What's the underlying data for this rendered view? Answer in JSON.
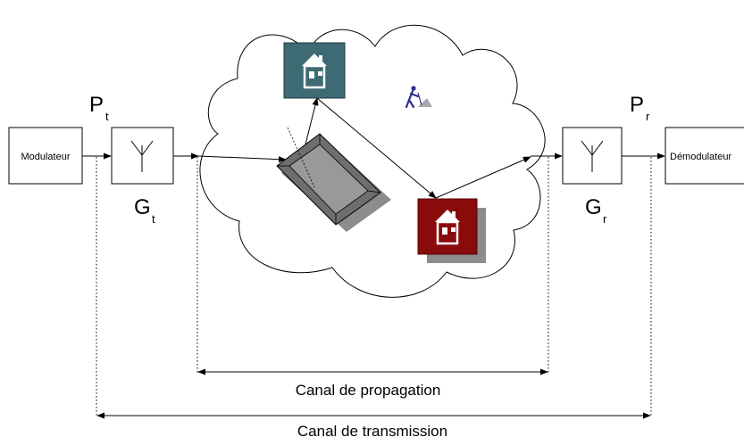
{
  "blocks": {
    "modulator": "Modulateur",
    "demodulator": "Démodulateur"
  },
  "labels": {
    "pt_main": "P",
    "pt_sub": "t",
    "pr_main": "P",
    "pr_sub": "r",
    "gt_main": "G",
    "gt_sub": "t",
    "gr_main": "G",
    "gr_sub": "r"
  },
  "ranges": {
    "propagation": "Canal de propagation",
    "transmission": "Canal de transmission"
  },
  "icons": [
    "antenna-icon",
    "building-icon",
    "building-icon",
    "reflector-icon",
    "worker-icon"
  ],
  "colors": {
    "building_teal": "#3e6a73",
    "building_red": "#8a0b0b",
    "reflector_gray": "#808080",
    "shadow": "#8c8c8c",
    "worker_blue": "#2a2f8c"
  }
}
